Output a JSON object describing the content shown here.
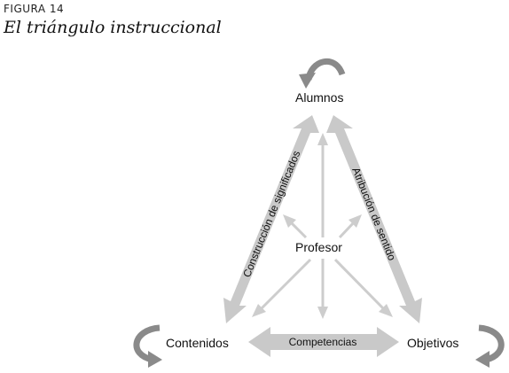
{
  "figure": {
    "label": "FIGURA 14",
    "title": "El triángulo instruccional"
  },
  "nodes": {
    "top": "Alumnos",
    "center": "Profesor",
    "left": "Contenidos",
    "right": "Objetivos"
  },
  "edges": {
    "left_side": "Construcción de significados",
    "right_side": "Atribución de sentido",
    "bottom": "Competencias"
  },
  "colors": {
    "arrow_fill": "#c9c9c9",
    "thin_arrow": "#cdcdcd",
    "self_loop": "#8a8a8a"
  }
}
